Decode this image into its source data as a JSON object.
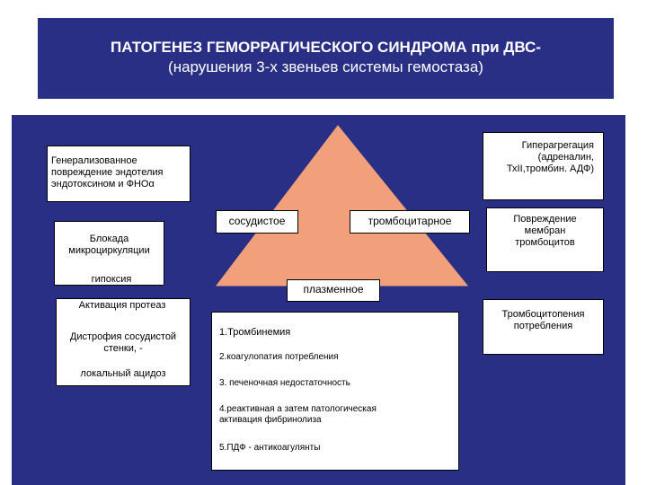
{
  "title": {
    "line1": "ПАТОГЕНЕЗ ГЕМОРРАГИЧЕСКОГО СИНДРОМА при ДВС-",
    "line2": "(нарушения 3-х  звеньев системы гемостаза)"
  },
  "colors": {
    "panel": "#2a2f86",
    "triangle": "#f2a07b",
    "box": "#ffffff"
  },
  "triangle": {
    "left_label": "сосудистое",
    "right_label": "тромбоцитарное",
    "bottom_label": "плазменное"
  },
  "left_column": {
    "endothelium_box": "Генерализованное повреждение эндотелия эндотоксином и ФНОα",
    "block_microcirculation": "Блокада микроциркуляции",
    "hypoxia": "гипоксия",
    "protease_activation": "Активация протеаз",
    "vessel_dystrophy": "Дистрофия сосудистой стенки, -",
    "local_acidosis": "локальный ацидоз"
  },
  "right_column": {
    "hyperaggregation": "Гиперагрегация (адреналин, ТхII,тромбин. АДФ)",
    "membrane_damage": "Повреждение мембран тромбоцитов",
    "thrombocytopenia": "Тромбоцитопения потребления"
  },
  "plasma_list": [
    "1.Тромбинемия",
    "2.коагулопатия  потребления",
    "3. печеночная недостаточность",
    "4.реактивная а затем патологическая\nактивация  фибринолиза",
    "5.ПДФ - антикоагулянты"
  ]
}
